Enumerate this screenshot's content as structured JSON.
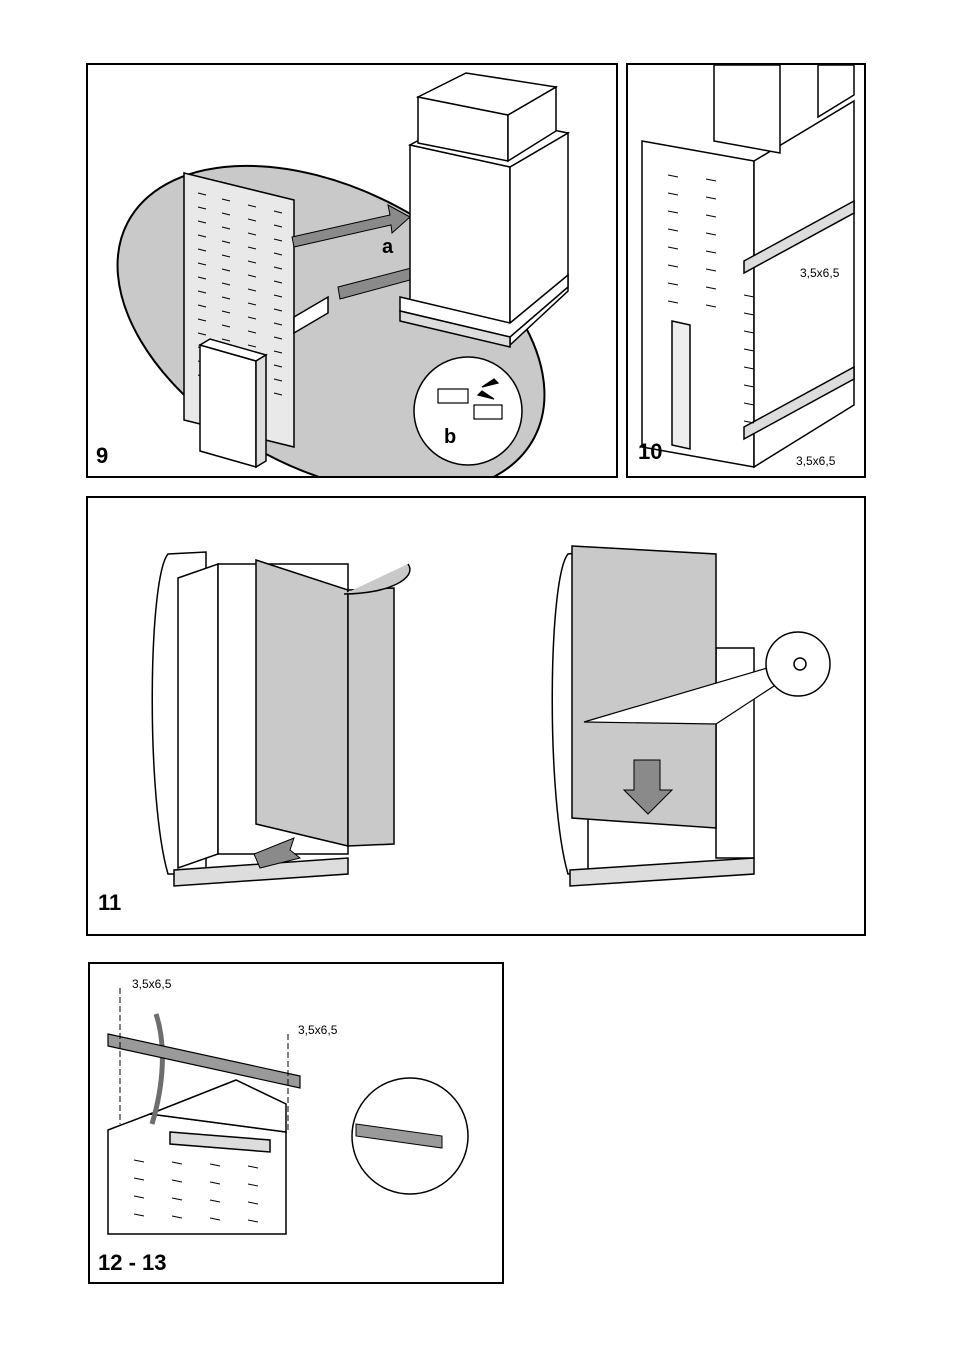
{
  "panels": {
    "p9": {
      "number": "9",
      "label_a": "a",
      "label_b": "b"
    },
    "p10": {
      "number": "10",
      "screw_upper": "3,5x6,5",
      "screw_lower": "3,5x6,5"
    },
    "p11": {
      "number": "11"
    },
    "p12": {
      "number": "12 - 13",
      "screw_left": "3,5x6,5",
      "screw_right": "3,5x6,5"
    }
  },
  "colors": {
    "panel_grey": "#c9c9c9",
    "arrow_grey": "#8a8a8a",
    "line": "#000000"
  }
}
